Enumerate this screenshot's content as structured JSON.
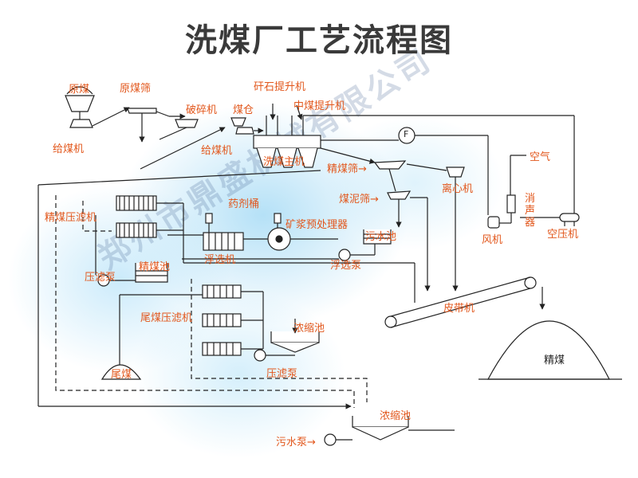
{
  "title": "洗煤厂工艺流程图",
  "watermark": "郑州市鼎盛机械有限公司",
  "labels": {
    "raw_coal": "原煤",
    "raw_coal_screen": "原煤筛",
    "crusher": "破碎机",
    "coal_bin": "煤仓",
    "feeder_1": "给煤机",
    "feeder_2": "给煤机",
    "gangue_elevator": "矸石提升机",
    "middling_elevator": "中煤提升机",
    "jig": "洗煤主机",
    "fan_symbol": "F",
    "clean_coal_screen": "精煤筛→",
    "centrifuge": "离心机",
    "slime_screen": "煤泥筛→",
    "air": "空气",
    "silencer": "消声器",
    "blower": "风机",
    "air_compressor": "空压机",
    "clean_coal_filter_press": "精煤压滤机",
    "reagent_bucket": "药剂桶",
    "pulp_preprocessor": "矿浆预处理器",
    "sewage_tank_1": "污水池",
    "flotation_machine": "浮选机",
    "flotation_pump": "浮选泵",
    "clean_coal_tank": "精煤池",
    "filter_pump_1": "压滤泵",
    "belt_conveyor": "皮带机",
    "tailings_filter_press": "尾煤压滤机",
    "thickener_1": "浓缩池",
    "clean_coal_pile": "精煤",
    "tailings_pile": "尾煤",
    "filter_pump_2": "压滤泵",
    "thickener_2": "浓缩池",
    "sewage_pump": "污水泵→"
  },
  "colors": {
    "line": "#222222",
    "label": "#e2571c",
    "title": "#3a3a3a"
  }
}
